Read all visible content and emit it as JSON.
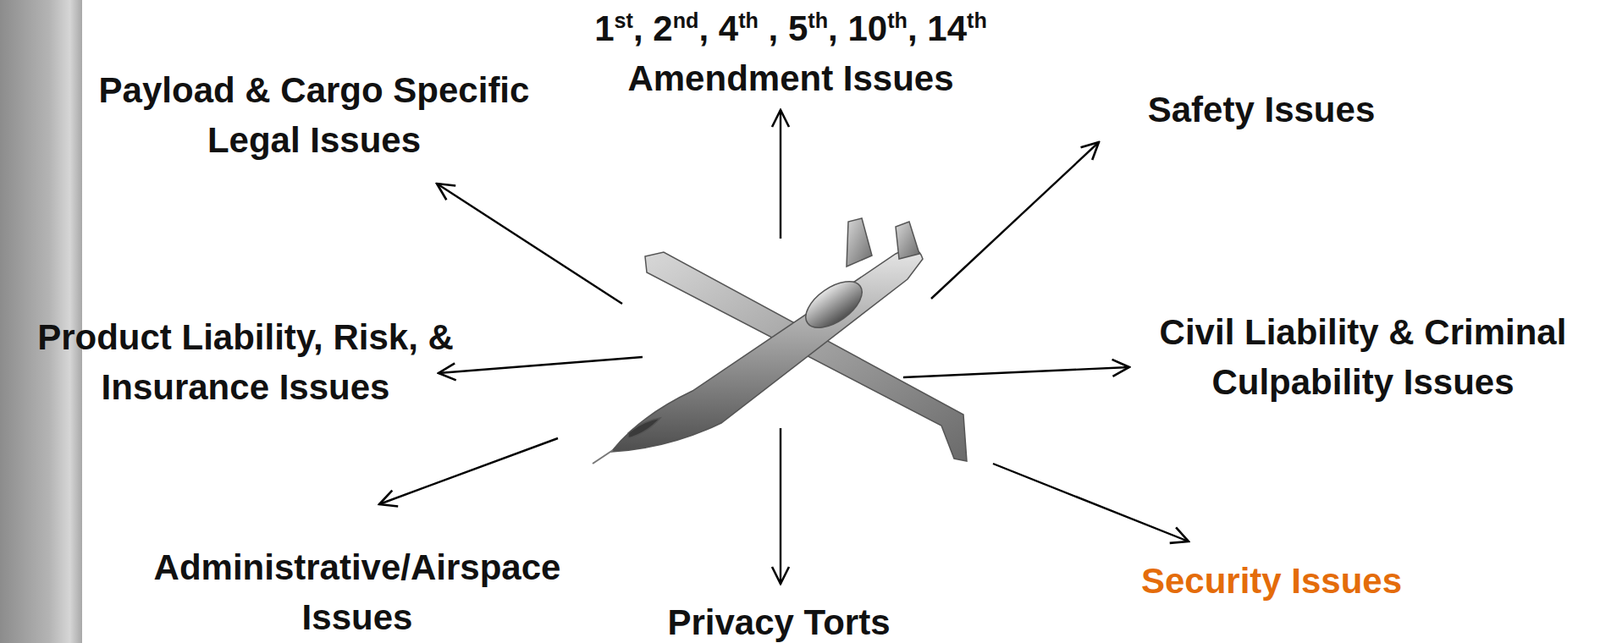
{
  "diagram": {
    "labels": [
      "Payload & Cargo Specific Legal Issues",
      "1st, 2nd, 4th , 5th, 10th, 14th Amendment Issues",
      "Safety Issues",
      "Product Liability, Risk, & Insurance Issues",
      "Civil Liability & Criminal Culpability Issues",
      "Administrative/Airspace Issues",
      "Privacy Torts",
      "Security Issues"
    ]
  }
}
